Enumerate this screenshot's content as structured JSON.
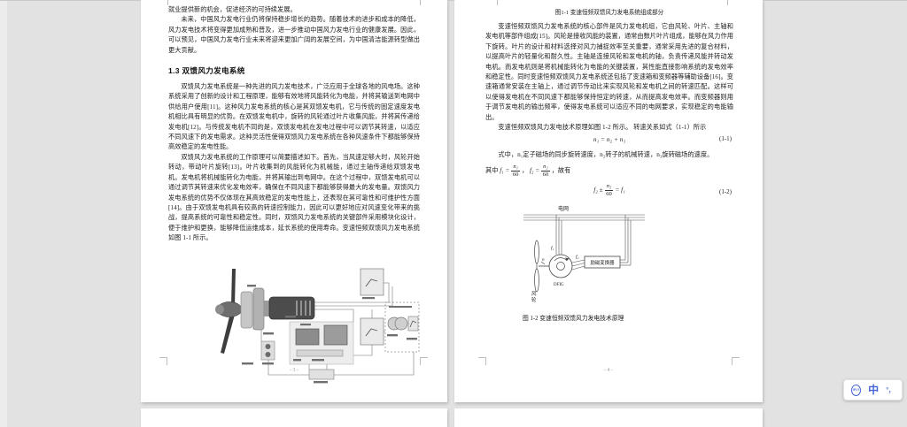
{
  "left_page": {
    "para_tail": "就业提供新的机会，促进经济的可持续发展。",
    "para_future": "未来，中国风力发电行业仍将保持稳步增长的趋势。随着技术的进步和成本的降低，风力发电技术将变得更加成熟和普及，进一步推动中国风力发电行业的健康发展。因此，可以预见，中国风力发电行业未来将迎来更加广阔的发展空间，为中国清洁能源转型做出更大贡献。",
    "heading": "1.3  双馈风力发电系统",
    "para_system": "双馈风力发电系统是一种先进的风力发电技术，广泛应用于全球各地的风电场。这种系统采用了创新的设计和工程原理，能够有效地将风能转化为电能，并将其输送到电网中供给用户使用[11]。这种风力发电系统的核心是其双馈发电机，它与传统的固定速度发电机相比具有明显的优势。在双馈发电机中，旋转的风轮通过叶片收集风能，并将其传递给发电机[12]。与传统发电机不同的是，双馈发电机在发电过程中可以调节其转速，以适应不同风速下的发电需求。这种灵活性使得双馈风力发电系统在各种风速条件下都能够保持高效稳定的发电性能。",
    "para_principle": "双馈风力发电系统的工作原理可以简要描述如下。首先，当风速足够大时，风轮开始转动，带动叶片旋转[13]。叶片收集到的风能转化为机械能，通过主轴传递给双馈发电机。发电机将机械能转化为电能，并将其输出到电网中。在这个过程中，双馈发电机可以通过调节其转速来优化发电效率，确保在不同风速下都能够获得最大的发电量。双馈风力发电系统的优势不仅体现在其高效稳定的发电性能上，还表现在其可靠性和可维护性方面[14]。由于双馈发电机具有较高的转速控制能力，因此可以更好地应对风速变化带来的挑战，提高系统的可靠性和稳定性。同时，双馈风力发电系统的关键部件采用模块化设计，便于维护和更换，能够降低运维成本，延长系统的使用寿命。变速恒频双馈风力发电系统如图 1-1 所示。",
    "page_number": "- 3 -"
  },
  "right_page": {
    "fig1_caption": "图1-1 变速恒频双馈风力发电系统组成部分",
    "para_components": "变速恒频双馈风力发电系统的核心部件是风力发电机组，它由风轮、叶片、主轴和发电机等部件组成[15]。风轮是接收风能的装置，通常由数片叶片组成，能够在风力作用下旋转。叶片的设计和材料选择对风力捕捉效率至关重要，通常采用先进的复合材料，以提高叶片的轻量化和耐久性。主轴是连接风轮和发电机的轴，负责传递风能并转动发电机。而发电机则是将机械能转化为电能的关键装置，其性能直接影响系统的发电效率和稳定性。同时变速恒频双馈风力发电系统还包括了变速箱和变频器等辅助设备[16]。变速箱通常安装在主轴上，通过调节传动比来实现风轮和发电机之间的转速匹配。这样可以使得发电机在不同风速下都能够保持恒定的转速，从而提高发电效率。而变频器则用于调节发电机的输出频率，使得发电系统可以适应不同的电网要求，实现稳定的电能输出。",
    "para_tech": "变速恒频双馈风力发电技术原理如图 1-2 所示。 转速关系如式（1-1）所示",
    "eq1": {
      "body": "n₁ = n₂ + n₃",
      "number": "(1-1)"
    },
    "para_shizhong": "式中，n₁定子磁场的同步旋转速度，n₂转子的机械转速，n₃旋转磁场的速度。",
    "qizhong": {
      "prefix": "其中",
      "f1_lhs": "f₁ =",
      "f1_num": "n₁",
      "den": "60",
      "comma": "，",
      "f2_lhs": "f₂ =",
      "f2_num": "n₂",
      "den2": "60",
      "suffix": "，故有"
    },
    "eq2": {
      "lhs": "f₂ ±",
      "num": "n₂",
      "den": "60",
      "rhs": "= f₁",
      "number": "(1-2)"
    },
    "fig2": {
      "grid_label": "电网",
      "f1": "f₁",
      "f2": "f₂",
      "n": "n",
      "machine_label": "DFIG",
      "converter_label": "励磁变换器",
      "rotor_label_1": "风",
      "rotor_label_2": "轮",
      "caption": "图 1-2 变速恒频双馈风力发电技术原理"
    },
    "page_number": "- 4 -"
  },
  "ime_bar": {
    "logo": "iFLY",
    "mode": "中",
    "punct": "°，",
    "accent_color": "#4565d8"
  }
}
